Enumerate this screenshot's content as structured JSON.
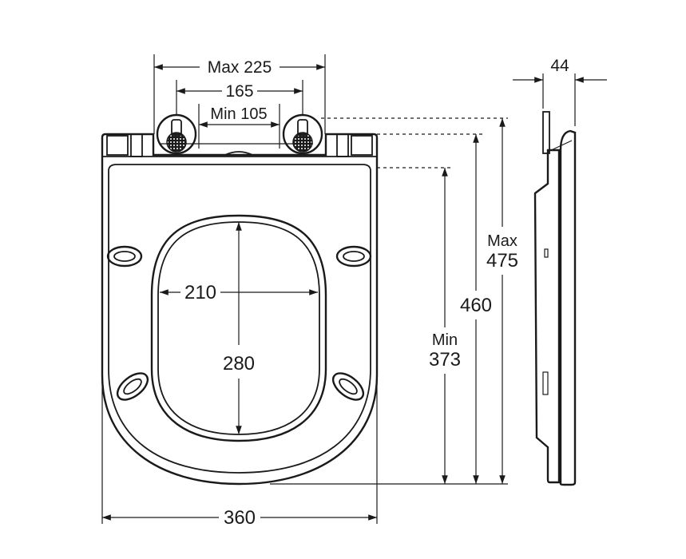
{
  "dimensions": {
    "max_hinge_spacing": "Max 225",
    "hinge_spacing": "165",
    "min_hinge_spacing": "Min 105",
    "thickness": "44",
    "opening_width": "210",
    "opening_length": "280",
    "overall_width": "360",
    "min_length_prefix": "Min",
    "min_length_value": "373",
    "length": "460",
    "max_length_prefix": "Max",
    "max_length_value": "475"
  },
  "colors": {
    "ink": "#1a1a1a",
    "background": "#ffffff"
  }
}
